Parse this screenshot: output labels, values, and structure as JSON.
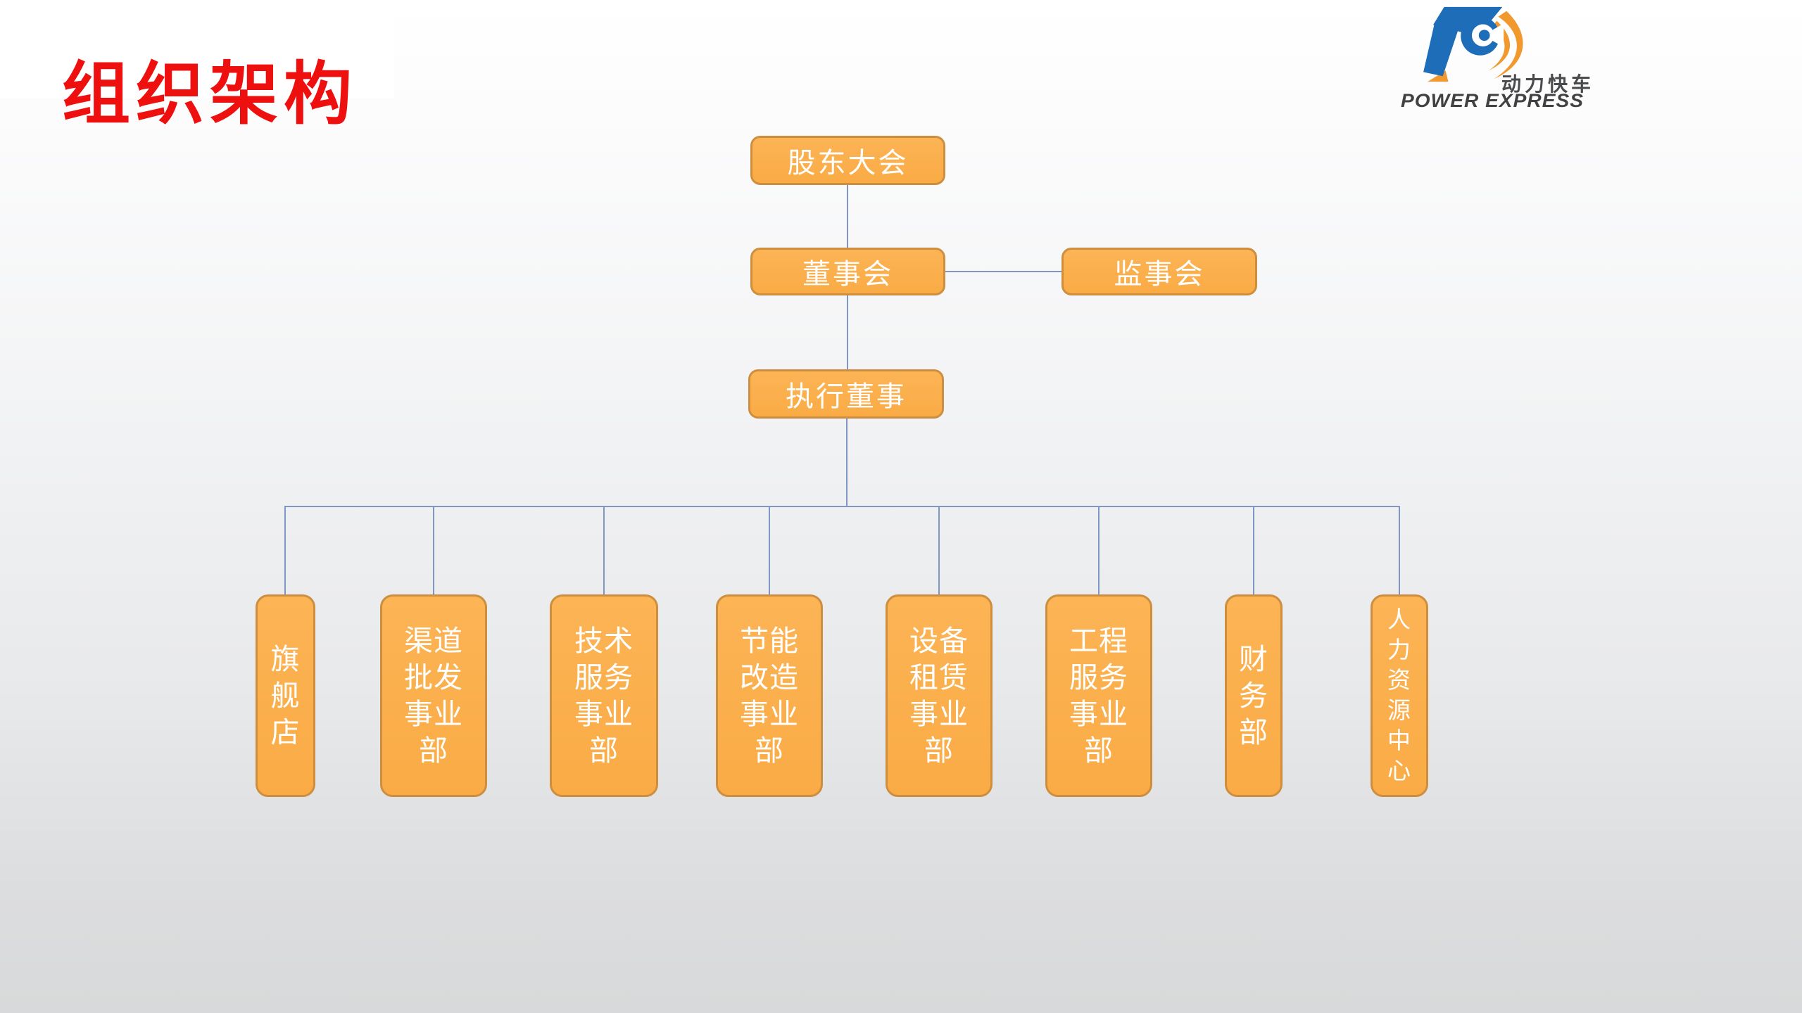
{
  "slide": {
    "title": "组织架构"
  },
  "logo": {
    "brand_cn": "动力快车",
    "brand_en": "POWER EXPRESS",
    "blue": "#1d6db8",
    "orange": "#f2992e",
    "text_color": "#434446"
  },
  "colors": {
    "node_fill": "#fbae4b",
    "node_border": "#cd8f3f",
    "node_text": "#ffffff",
    "connector": "#7e98c3",
    "title_red": "#ee0f0f",
    "background_top": "#ffffff",
    "background_bottom": "#d8d9da"
  },
  "org": {
    "l1": {
      "id": "shareholders-meeting",
      "label": "股东大会"
    },
    "l2": [
      {
        "id": "board-of-directors",
        "label": "董事会"
      },
      {
        "id": "supervisory-board",
        "label": "监事会"
      }
    ],
    "l3": {
      "id": "executive-director",
      "label": "执行董事"
    },
    "l4": [
      {
        "id": "flagship-store",
        "label": "旗舰店",
        "display": "旗\n舰\n店"
      },
      {
        "id": "channel-wholesale-division",
        "label": "渠道批发事业部",
        "display": "渠道\n批发\n事业\n部"
      },
      {
        "id": "technical-service-division",
        "label": "技术服务事业部",
        "display": "技术\n服务\n事业\n部"
      },
      {
        "id": "energy-saving-retrofit-division",
        "label": "节能改造事业部",
        "display": "节能\n改造\n事业\n部"
      },
      {
        "id": "equipment-leasing-division",
        "label": "设备租赁事业部",
        "display": "设备\n租赁\n事业\n部"
      },
      {
        "id": "engineering-service-division",
        "label": "工程服务事业部",
        "display": "工程\n服务\n事业\n部"
      },
      {
        "id": "finance-department",
        "label": "财务部",
        "display": "财\n务\n部"
      },
      {
        "id": "human-resources-center",
        "label": "人力资源中心",
        "display": "人\n力\n资\n源\n中\n心"
      }
    ]
  }
}
